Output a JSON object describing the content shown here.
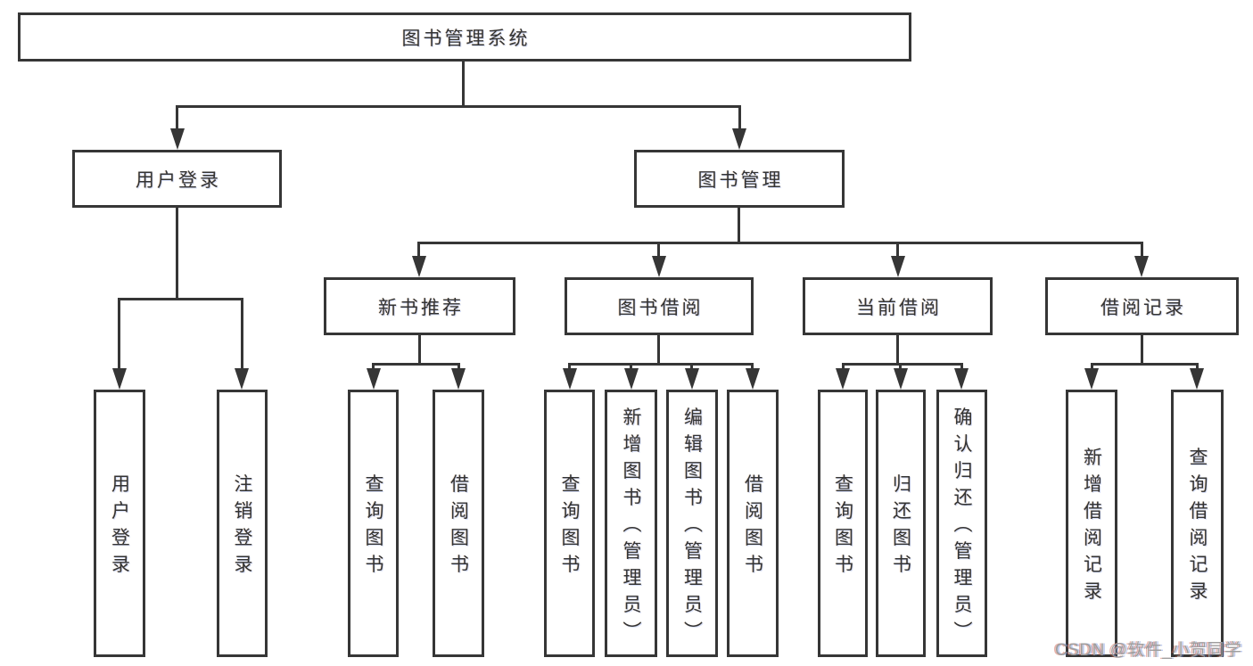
{
  "diagram": {
    "root": {
      "label": "图书管理系统"
    },
    "user_branch": {
      "label": "用户登录",
      "children": [
        {
          "label": "用户登录"
        },
        {
          "label": "注销登录"
        }
      ]
    },
    "book_branch": {
      "label": "图书管理",
      "sections": [
        {
          "label": "新书推荐",
          "children": [
            {
              "label": "查询图书"
            },
            {
              "label": "借阅图书"
            }
          ]
        },
        {
          "label": "图书借阅",
          "children": [
            {
              "label": "查询图书"
            },
            {
              "label": "新增图书（管理员）"
            },
            {
              "label": "编辑图书（管理员）"
            },
            {
              "label": "借阅图书"
            }
          ]
        },
        {
          "label": "当前借阅",
          "children": [
            {
              "label": "查询图书"
            },
            {
              "label": "归还图书"
            },
            {
              "label": "确认归还（管理员）"
            }
          ]
        },
        {
          "label": "借阅记录",
          "children": [
            {
              "label": "新增借阅记录"
            },
            {
              "label": "查询借阅记录"
            }
          ]
        }
      ]
    }
  },
  "watermark": {
    "text": "CSDN @软件_小贺同学"
  },
  "colors": {
    "line": "#363636",
    "text": "#333333",
    "watermark": "#9e9e9e",
    "background": "#ffffff"
  }
}
